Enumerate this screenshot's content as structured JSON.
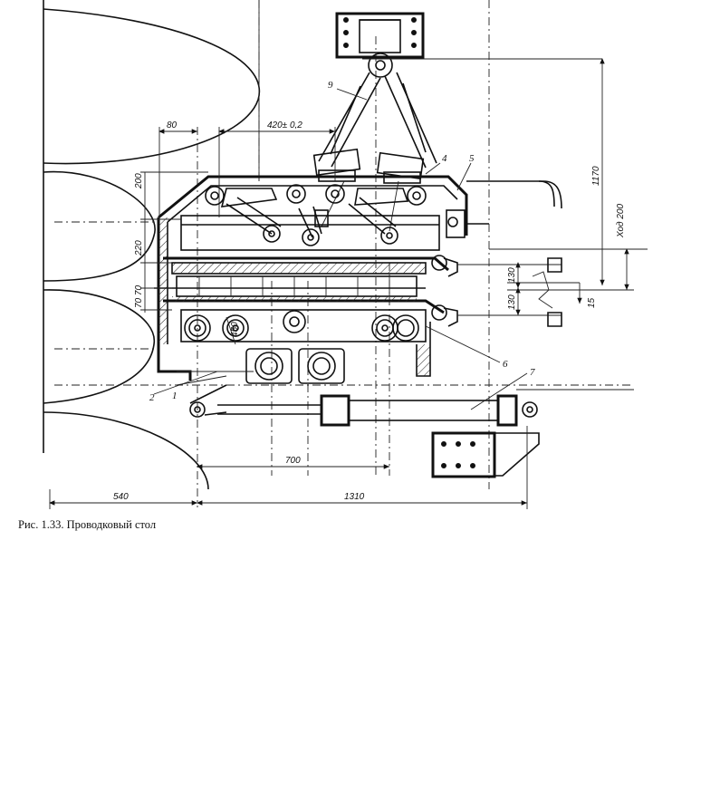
{
  "caption": "Рис. 1.33. Проводковый стол",
  "dimensions": {
    "d80": "80",
    "d420": "420± 0,2",
    "d200_top": "200",
    "d220": "220",
    "d70_70": "70 70",
    "d700": "700",
    "d540": "540",
    "d1310": "1310",
    "d1170": "1170",
    "d_stroke": "Ход 200",
    "d130_a": "130",
    "d130_b": "130",
    "d15": "15",
    "d450": "450"
  },
  "labels": {
    "l1": "1",
    "l2": "2",
    "l4": "4",
    "l5": "5",
    "l6": "6",
    "l7": "7",
    "l9": "9"
  }
}
